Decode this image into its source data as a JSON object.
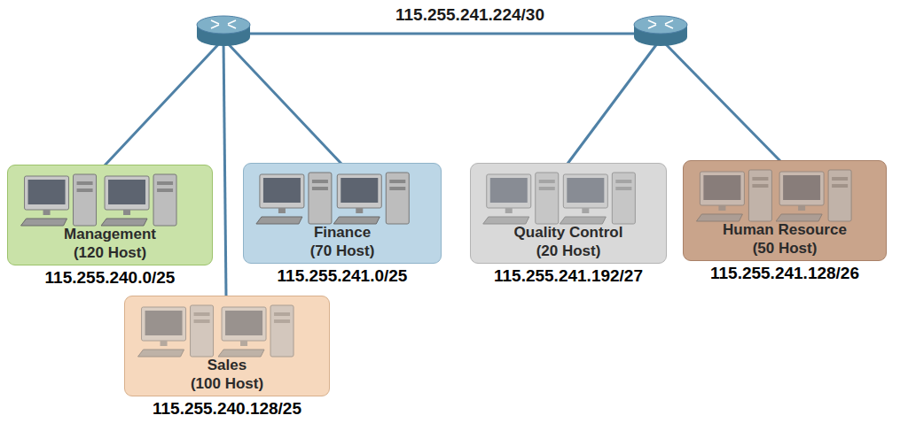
{
  "diagram": {
    "nodes": [
      {
        "text": [
          "Management",
          "(120 Host)",
          "115.255.240.0/25"
        ]
      },
      {
        "text": [
          "Sales",
          "(100 Host)",
          "115.255.240.128/25"
        ]
      },
      {
        "text": [
          "Finance",
          "(70 Host)",
          "115.255.241.0/25"
        ]
      },
      {
        "text": [
          "Quality Control",
          "(20 Host)",
          "115.255.241.192/27"
        ]
      },
      {
        "text": [
          "Human Resource",
          "(50 Host)",
          "115.255.241.128/26"
        ]
      }
    ],
    "labels": [
      "115.255.241.224/30"
    ]
  }
}
